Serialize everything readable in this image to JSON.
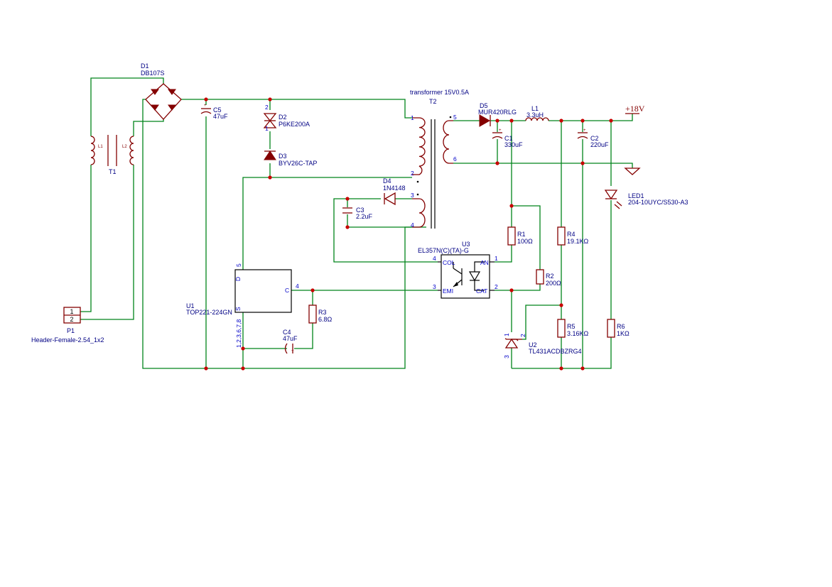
{
  "D1": {
    "ref": "D1",
    "value": "DB107S"
  },
  "T1": {
    "ref": "T1",
    "coil1": "L1",
    "coil2": "L2"
  },
  "P1": {
    "ref": "P1",
    "value": "Header-Female-2.54_1x2",
    "pin1": "1",
    "pin2": "2"
  },
  "C5": {
    "ref": "C5",
    "value": "47uF"
  },
  "D2": {
    "ref": "D2",
    "value": "P6KE200A",
    "pinA": "2",
    "pinB": "1"
  },
  "D3": {
    "ref": "D3",
    "value": "BYV26C-TAP"
  },
  "T2": {
    "ref": "T2",
    "value": "transformer 15V0.5A",
    "pins": [
      "1",
      "2",
      "3",
      "4",
      "5",
      "6"
    ]
  },
  "D4": {
    "ref": "D4",
    "value": "1N4148"
  },
  "C3": {
    "ref": "C3",
    "value": "2.2uF"
  },
  "U1": {
    "ref": "U1",
    "value": "TOP221-224GN",
    "pinD": "D",
    "pinC": "C",
    "pinS": "S",
    "pinDnum": "5",
    "pinCnum": "4",
    "pinSnum": "1,2,3,6,7,8"
  },
  "R3": {
    "ref": "R3",
    "value": "6.8Ω"
  },
  "C4": {
    "ref": "C4",
    "value": "47uF"
  },
  "D5": {
    "ref": "D5",
    "value": "MUR420RLG"
  },
  "C1": {
    "ref": "C1",
    "value": "330uF"
  },
  "L1": {
    "ref": "L1",
    "value": "3.3uH"
  },
  "C2": {
    "ref": "C2",
    "value": "220uF"
  },
  "PWR": {
    "label": "+18V"
  },
  "LED1": {
    "ref": "LED1",
    "value": "204-10UYC/S530-A3"
  },
  "U3": {
    "ref": "U3",
    "value": "EL357N(C)(TA)-G",
    "col": "COL",
    "emi": "EMI",
    "an": "AN",
    "cat": "CAT",
    "p4": "4",
    "p3": "3",
    "p1": "1",
    "p2": "2"
  },
  "R1": {
    "ref": "R1",
    "value": "100Ω"
  },
  "R2": {
    "ref": "R2",
    "value": "200Ω"
  },
  "R4": {
    "ref": "R4",
    "value": "19.1KΩ"
  },
  "R5": {
    "ref": "R5",
    "value": "3.16KΩ"
  },
  "R6": {
    "ref": "R6",
    "value": "1KΩ"
  },
  "U2": {
    "ref": "U2",
    "value": "TL431ACDBZRG4",
    "p1": "1",
    "p2": "2",
    "p3": "3"
  }
}
